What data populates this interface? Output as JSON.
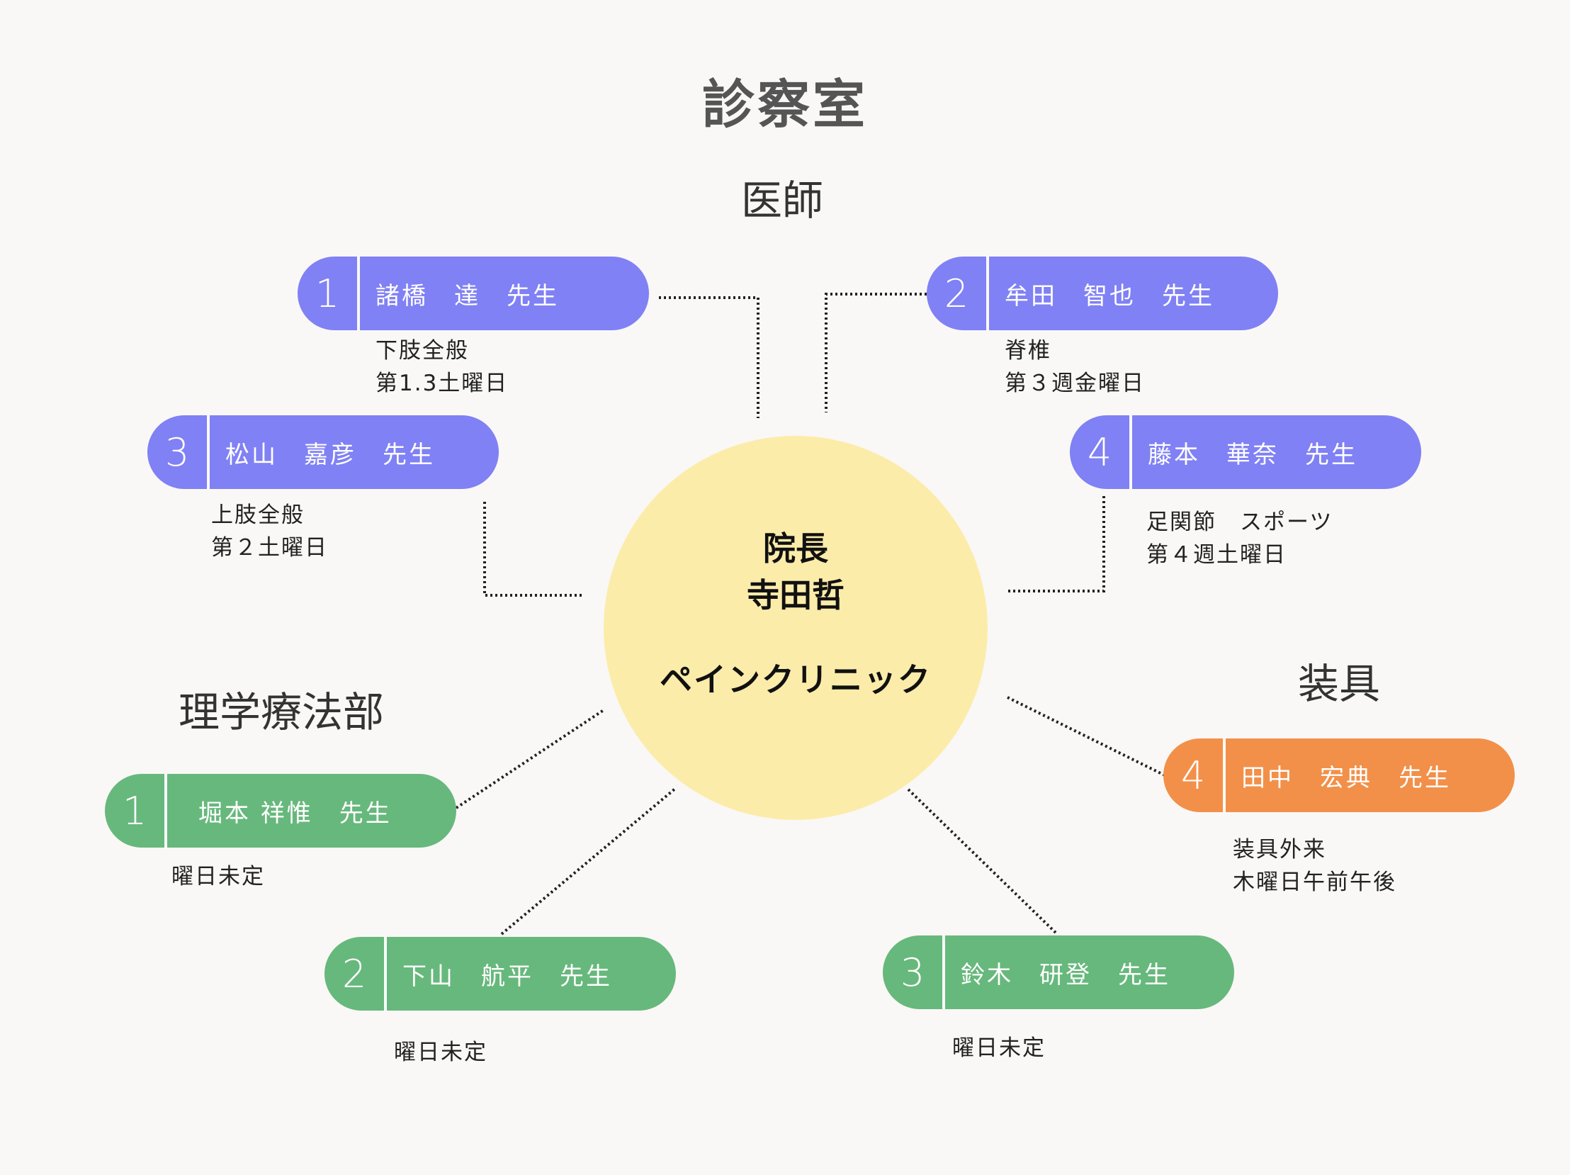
{
  "title": "診察室",
  "sections": {
    "doctors": "医師",
    "pt": "理学療法部",
    "brace": "装具"
  },
  "center": {
    "line1": "院長",
    "line2": "寺田哲",
    "line3": "ペインクリニック"
  },
  "doctors": [
    {
      "num": "1",
      "name": "諸橋　達　先生",
      "note": "下肢全般\n第1.3土曜日"
    },
    {
      "num": "2",
      "name": "牟田　智也　先生",
      "note": "脊椎\n第３週金曜日"
    },
    {
      "num": "3",
      "name": "松山　嘉彦　先生",
      "note": "上肢全般\n第２土曜日"
    },
    {
      "num": "4",
      "name": "藤本　華奈　先生",
      "note": "足関節　スポーツ\n第４週土曜日"
    }
  ],
  "therapists": [
    {
      "num": "1",
      "name": "堀本 祥惟　先生",
      "note": "曜日未定"
    },
    {
      "num": "2",
      "name": "下山　航平　先生",
      "note": "曜日未定"
    },
    {
      "num": "3",
      "name": "鈴木　研登　先生",
      "note": "曜日未定"
    }
  ],
  "brace": {
    "num": "4",
    "name": "田中　宏典　先生",
    "note": "装具外来\n木曜日午前午後"
  },
  "colors": {
    "doctor": "#8081f4",
    "therapist": "#67b87c",
    "brace": "#f29049",
    "center": "#fcecaa",
    "background": "#f9f8f6"
  }
}
